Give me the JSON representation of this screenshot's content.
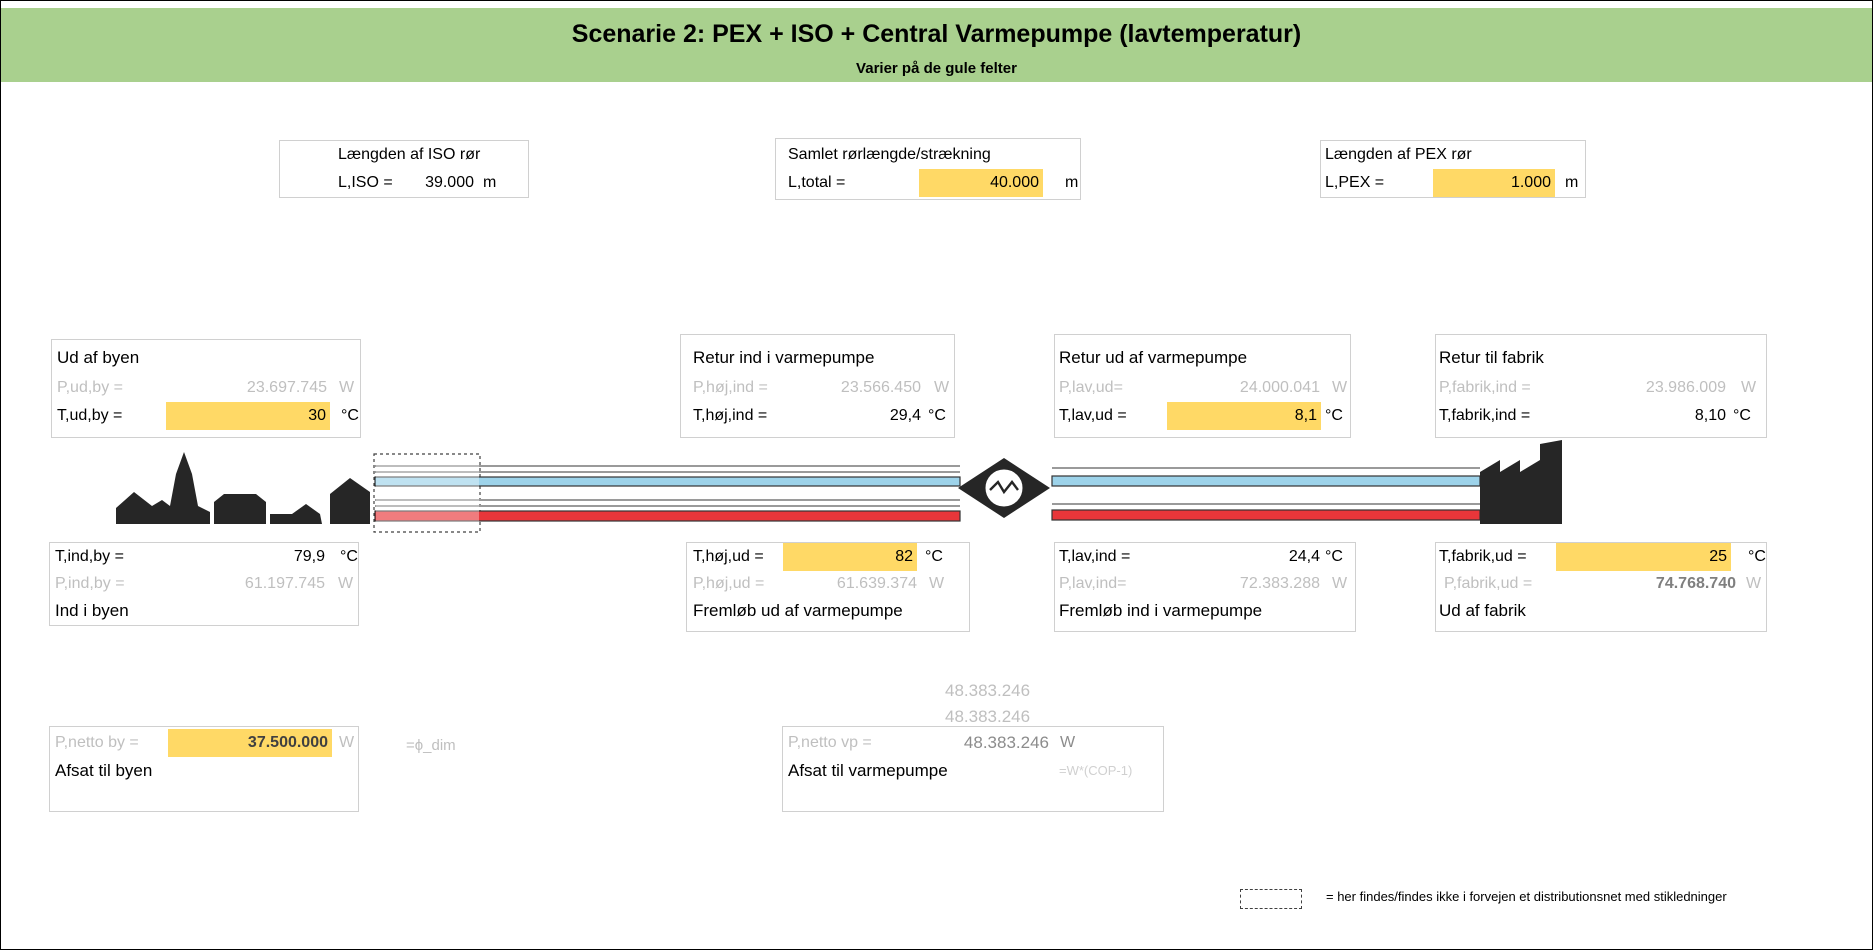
{
  "header": {
    "title": "Scenarie 2: PEX + ISO + Central Varmepumpe (lavtemperatur)",
    "subtitle": "Varier på de gule felter"
  },
  "iso_box": {
    "title": "Længden af ISO rør",
    "label": "L,ISO =",
    "value": "39.000",
    "unit": "m"
  },
  "total_box": {
    "title": "Samlet rørlængde/strækning",
    "label": "L,total =",
    "value": "40.000",
    "unit": "m"
  },
  "pex_box": {
    "title": "Længden af PEX rør",
    "label": "L,PEX =",
    "value": "1.000",
    "unit": "m"
  },
  "ud_af_byen": {
    "title": "Ud af byen",
    "p_label": "P,ud,by =",
    "p_value": "23.697.745",
    "p_unit": "W",
    "t_label": "T,ud,by =",
    "t_value": "30",
    "t_unit": "°C"
  },
  "retur_ind_vp": {
    "title": "Retur ind i varmepumpe",
    "p_label": "P,høj,ind =",
    "p_value": "23.566.450",
    "p_unit": "W",
    "t_label": "T,høj,ind =",
    "t_value": "29,4",
    "t_unit": "°C"
  },
  "retur_ud_vp": {
    "title": "Retur ud af varmepumpe",
    "p_label": "P,lav,ud=",
    "p_value": "24.000.041",
    "p_unit": "W",
    "t_label": "T,lav,ud =",
    "t_value": "8,1",
    "t_unit": "°C"
  },
  "retur_fabrik": {
    "title": "Retur til fabrik",
    "p_label": "P,fabrik,ind =",
    "p_value": "23.986.009",
    "p_unit": "W",
    "t_label": "T,fabrik,ind =",
    "t_value": "8,10",
    "t_unit": "°C"
  },
  "ind_i_byen": {
    "t_label": "T,ind,by =",
    "t_value": "79,9",
    "t_unit": "°C",
    "p_label": "P,ind,by =",
    "p_value": "61.197.745",
    "p_unit": "W",
    "title": "Ind i byen"
  },
  "fremlob_ud_vp": {
    "t_label": "T,høj,ud =",
    "t_value": "82",
    "t_unit": "°C",
    "p_label": "P,høj,ud =",
    "p_value": "61.639.374",
    "p_unit": "W",
    "title": "Fremløb ud af varmepumpe"
  },
  "fremlob_ind_vp": {
    "t_label": "T,lav,ind =",
    "t_value": "24,4",
    "t_unit": "°C",
    "p_label": "P,lav,ind=",
    "p_value": "72.383.288",
    "p_unit": "W",
    "title": "Fremløb ind i varmepumpe"
  },
  "ud_af_fabrik": {
    "t_label": "T,fabrik,ud =",
    "t_value": "25",
    "t_unit": "°C",
    "p_label": "P,fabrik,ud =",
    "p_value": "74.768.740",
    "p_unit": "W",
    "title": "Ud af fabrik"
  },
  "netto_by": {
    "label": "P,netto by =",
    "value": "37.500.000",
    "unit": "W",
    "formula": "=ϕ_dim",
    "title": "Afsat til byen"
  },
  "netto_vp": {
    "extra_1": "48.383.246",
    "extra_2": "48.383.246",
    "label": "P,netto vp =",
    "value": "48.383.246",
    "unit": "W",
    "title": "Afsat til varmepumpe",
    "formula": "=W*(COP-1)"
  },
  "legend": {
    "text": "= her findes/findes ikke i forvejen et distributionsnet med stikledninger"
  },
  "colors": {
    "header_green": "#a9d08e",
    "input_yellow": "#ffd966",
    "pipe_blue": "#9dd3ea",
    "pipe_red": "#e8363a",
    "silhouette": "#262626"
  }
}
